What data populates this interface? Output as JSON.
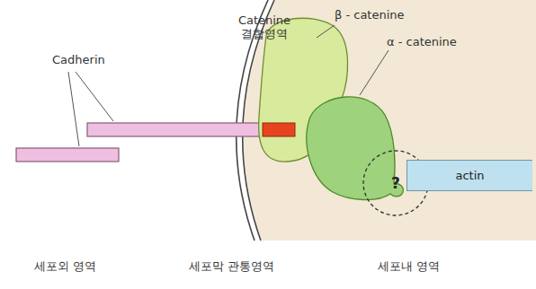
{
  "diagram": {
    "nodes": [
      {
        "text": [
          "?"
        ]
      },
      {
        "text": [
          "actin"
        ]
      }
    ],
    "labels": [
      "Cadherin",
      "Catenine 결합영역",
      "β - catenine",
      "α - catenine",
      "세포외 영역",
      "세포막 관통영역",
      "세포내 영역"
    ]
  }
}
